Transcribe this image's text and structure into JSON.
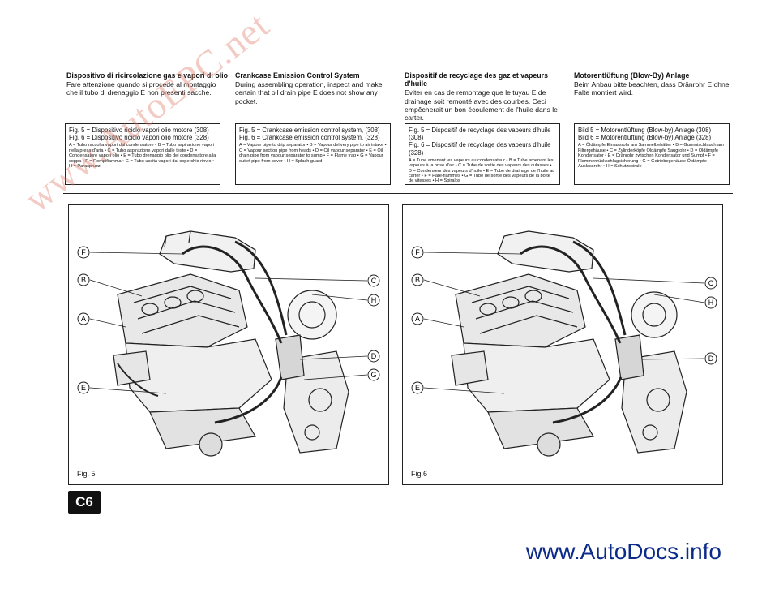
{
  "columns": [
    {
      "title": "Dispositivo di ricircolazione gas e vapori di olio",
      "body": "Fare attenzione quando si procede al montaggio che il tubo di drenaggio E non presenti sacche.",
      "legend_figs": [
        "Fig. 5 = Dispositivo riciclo vapori olio motore (308)",
        "Fig. 6 = Dispositivo riciclo vapori olio motore (328)"
      ],
      "legend_key": "A = Tubo raccolta vapori dal condensatore • B = Tubo aspirazione vapori nella presa d'aria • C = Tubo aspirazione vapori dalle teste • D = Condensatore vapori olio • E = Tubo drenaggio olio del condensatore alla coppa • F = Rompifiamma • G = Tubo uscita vapori dal coperchio rinvio • H = Paraspruzzi"
    },
    {
      "title": "Crankcase Emission Control System",
      "body": "During assembling operation, inspect and make certain that oil drain pipe E does not show any pocket.",
      "legend_figs": [
        "Fig. 5 = Crankcase emission control system, (308)",
        "Fig. 6 = Crankcase emission control system, (328)"
      ],
      "legend_key": "A = Vapour pipe to drip separator • B = Vapour delivery pipe to air intake • C = Vapour section pipe from heads • D = Oil vapour separator • E = Oil drain pipe from vapour separator to sump • F = Flame trap • G = Vapour outlet pipe from cover • H = Splash guard"
    },
    {
      "title": "Dispositif de recyclage des gaz et vapeurs d'huile",
      "body": "Eviter en cas de remontage que le tuyau E de drainage soit remonté avec des courbes. Ceci empêcherait un bon écoulement de l'huile dans le carter.",
      "legend_figs": [
        "Fig. 5 = Dispositif de recyclage des vapeurs d'huile (308)",
        "Fig. 6 = Dispositif de recyclage des vapeurs d'huile (328)"
      ],
      "legend_key": "A = Tube amenant les vapeurs au condensateur • B = Tube amenant les vapeurs à la prise d'air • C = Tube de sortie des vapeurs des culasses • D = Condenseur des vapeurs d'huile • E = Tube de drainage de l'huile au carter • F = Pare-flammes • G = Tube de sortie des vapeurs de la boîte de vitesses • H = Spiralos"
    },
    {
      "title": "Motorentlüftung (Blow-By) Anlage",
      "body": "Beim Anbau bitte beachten, dass Dränrohr E ohne Falte montiert wird.",
      "legend_figs": [
        "Bild 5 = Motorentlüftung (Blow-by) Anlage (308)",
        "Bild 6 = Motorentlüftung (Blow-by) Anlage (328)"
      ],
      "legend_key": "A = Öldämpfe Einlassrohr am Sammelbehälter • B = Gummischlauch am Filtergehäuse • C = Zylinderköpfe Öldämpfe Saugrohr • D = Öldämpfe Kondensator • E = Dränrohr zwischen Kondensator und Sumpf • F = Flammenrückschlagsicherung • G = Getriebegehäuse Öldämpfe Auslassrohr • H = Schutzspirale"
    }
  ],
  "figures": [
    {
      "caption": "Fig. 5",
      "callouts": [
        "F",
        "B",
        "A",
        "E",
        "C",
        "H",
        "D",
        "G"
      ]
    },
    {
      "caption": "Fig.6",
      "callouts": [
        "F",
        "B",
        "A",
        "E",
        "C",
        "H",
        "D"
      ]
    }
  ],
  "section_badge": "C6",
  "footer_site": "www.AutoDocs.info",
  "watermark": "www.AutoEPC.net",
  "colors": {
    "ink": "#111111",
    "footer": "#0b2a8a",
    "watermark": "#dc7864"
  }
}
